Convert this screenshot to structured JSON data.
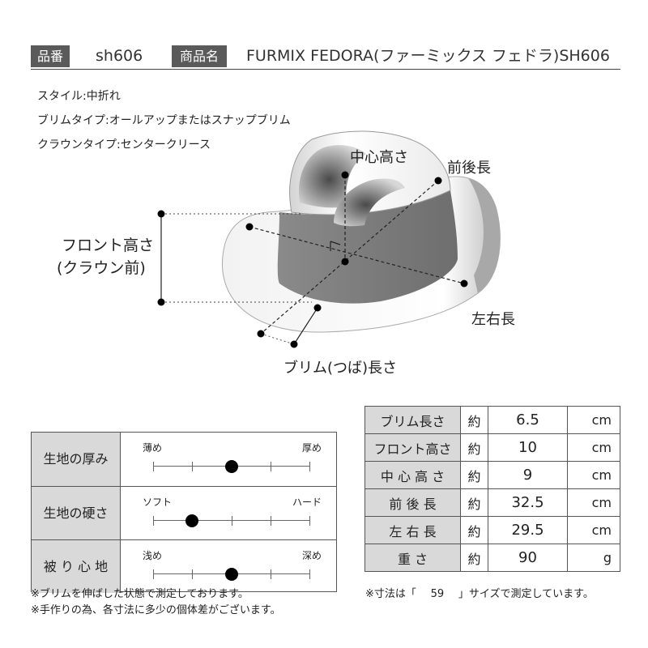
{
  "header": {
    "sku_tag": "品番",
    "sku": "sh606",
    "name_tag": "商品名",
    "name": "FURMIX FEDORA(ファーミックス フェドラ)SH606"
  },
  "specs": [
    "スタイル:中折れ",
    "ブリムタイプ:オールアップまたはスナップブリム",
    "クラウンタイプ:センタークリース"
  ],
  "diagram": {
    "center_height": "中心高さ",
    "front_back": "前後長",
    "front_height_1": "フロント高さ",
    "front_height_2": "(クラウン前)",
    "left_right": "左右長",
    "brim_length": "ブリム(つば)長さ"
  },
  "fabric": [
    {
      "label": "生地の厚み",
      "left": "薄め",
      "right": "厚め",
      "level": 0.5
    },
    {
      "label": "生地の硬さ",
      "left": "ソフト",
      "right": "ハード",
      "level": 0.25
    },
    {
      "label": "被 り 心 地",
      "left": "浅め",
      "right": "深め",
      "level": 0.5
    }
  ],
  "sizes": [
    {
      "key": "ブリム長さ",
      "approx": "約",
      "value": "6.5",
      "unit": "cm"
    },
    {
      "key": "フロント高さ",
      "approx": "約",
      "value": "10",
      "unit": "cm"
    },
    {
      "key": "中 心 高 さ",
      "approx": "約",
      "value": "9",
      "unit": "cm"
    },
    {
      "key": "前  後  長",
      "approx": "約",
      "value": "32.5",
      "unit": "cm"
    },
    {
      "key": "左  右  長",
      "approx": "約",
      "value": "29.5",
      "unit": "cm"
    },
    {
      "key": "重       さ",
      "approx": "約",
      "value": "90",
      "unit": "g"
    }
  ],
  "notes": {
    "brim_note": "※ブリムを伸ばした状態で測定しております。",
    "handmade_note": "※手作りの為、各寸法に多少の個体差がございます。",
    "size_note_pre": "※寸法は「",
    "size_value": "59",
    "size_note_post": "」サイズで測定しています。"
  }
}
